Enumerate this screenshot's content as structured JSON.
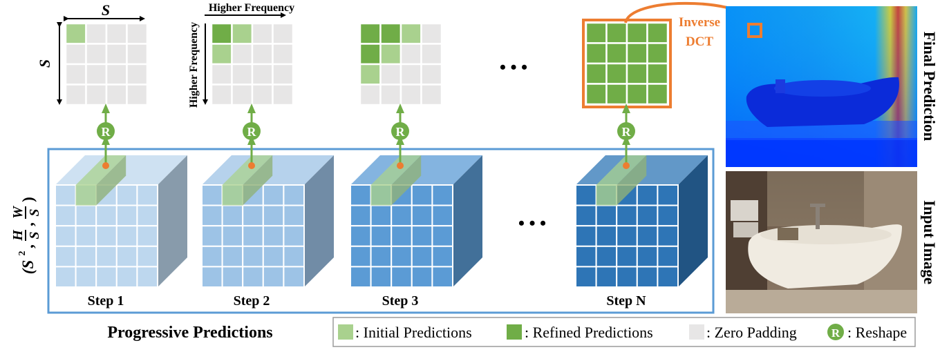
{
  "labels": {
    "s_top": "S",
    "s_left": "S",
    "higher_freq_top": "Higher Frequency",
    "higher_freq_left": "Higher Frequency",
    "inverse": "Inverse",
    "dct": "DCT",
    "ellipsis_top": "• • •",
    "ellipsis_mid": "• • •",
    "reshape_letter": "R",
    "dims_open": "(S",
    "dims_sq": "2",
    "dims_h": "H",
    "dims_w": "W",
    "dims_s": "S",
    "dims_comma": ",",
    "dims_close": ")",
    "final_prediction": "Final Prediction",
    "input_image": "Input Image",
    "progressive_predictions": "Progressive Predictions"
  },
  "steps": [
    {
      "label": "Step 1"
    },
    {
      "label": "Step 2"
    },
    {
      "label": "Step 3"
    },
    {
      "label": "Step N"
    }
  ],
  "legend": {
    "initial": ": Initial Predictions",
    "refined": ": Refined Predictions",
    "zero": ": Zero Padding",
    "reshape": ": Reshape",
    "reshape_letter": "R"
  },
  "colors": {
    "initial_green": "#a9d18e",
    "refined_green": "#70ad47",
    "zero_gray": "#e7e6e6",
    "reshape_green": "#70ad47",
    "highlight_orange": "#ed7d31",
    "frame_blue": "#5b9bd5",
    "cube_step1": "#bdd7ee",
    "cube_step2": "#9dc3e6",
    "cube_step3": "#5b9bd5",
    "cube_stepN": "#2e75b6"
  },
  "icons": [
    "reshape-icon",
    "orange-dot-icon",
    "arrow-icon"
  ]
}
